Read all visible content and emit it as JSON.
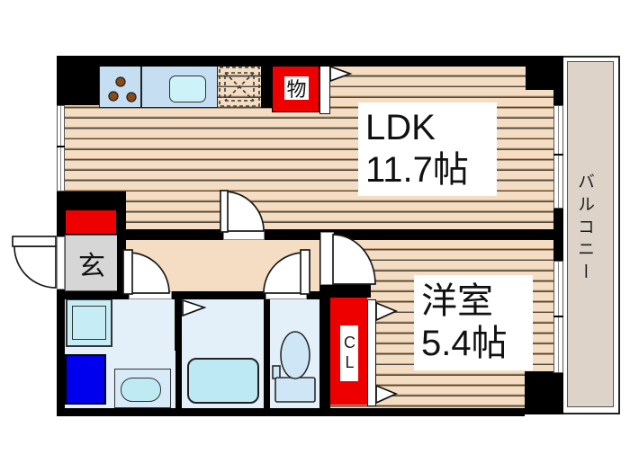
{
  "floorplan": {
    "rooms": {
      "ldk": {
        "name": "LDK",
        "size": "11.7帖"
      },
      "western_room": {
        "name": "洋室",
        "size": "5.4帖"
      },
      "balcony": {
        "name": "バルコニー"
      },
      "entrance": {
        "label": "玄"
      },
      "storage": {
        "label": "物"
      },
      "closet": {
        "label": "CL"
      }
    },
    "colors": {
      "wall": "#000000",
      "accent_red": "#ee0000",
      "accent_blue": "#0000ee",
      "flooring_base": "#f4ddc2",
      "flooring_line": "#4f4a44",
      "balcony_fill": "#ddd3c9",
      "wet_area_floor": "#e3f0fa",
      "fixture_cyan": "#c6edf6",
      "kitchen_counter": "#c5def1",
      "entrance_gray": "#d6d6d6"
    }
  }
}
